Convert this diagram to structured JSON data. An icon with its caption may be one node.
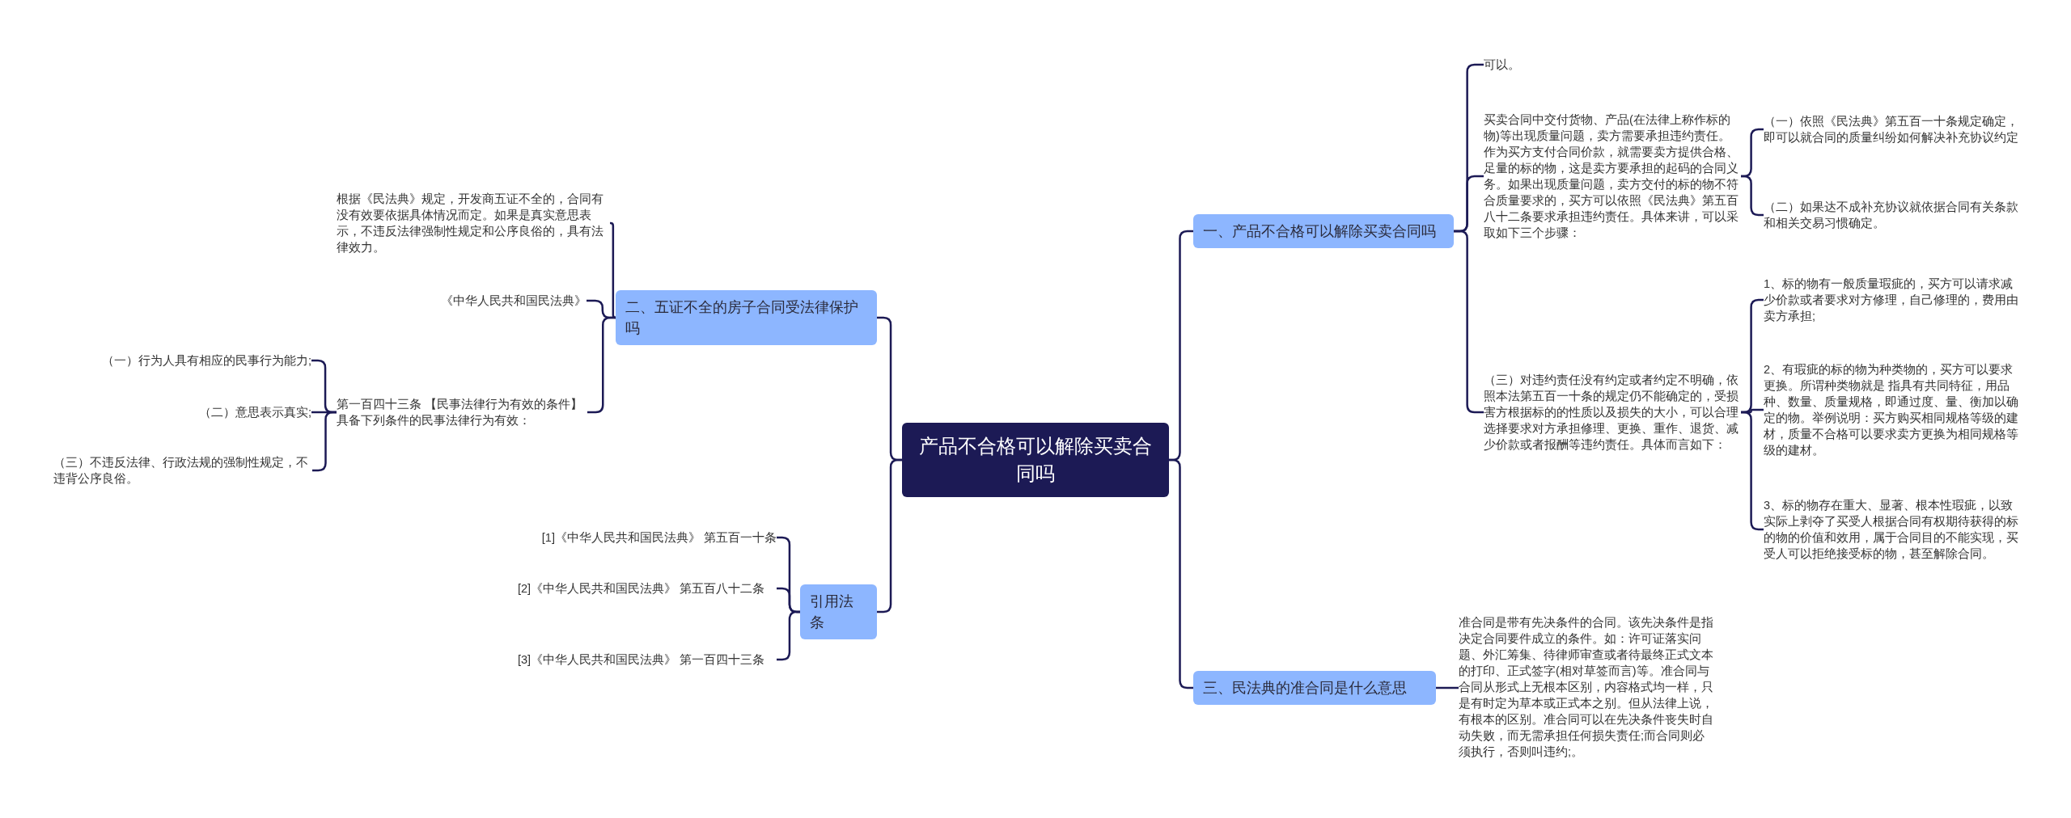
{
  "diagram": {
    "nodes": [
      {
        "text": [
          "产品不合格可以解除买卖合同吗"
        ]
      },
      {
        "text": [
          "一、产品不合格可以解除买卖合同吗"
        ]
      },
      {
        "text": [
          "可以。"
        ]
      },
      {
        "text": [
          "买卖合同中交付货物、产品(在法律上称作标的物)等出现质量问题，卖方需要承担违约责任。作为买方支付合同价款，就需要卖方提供合格、足量的标的物，这是卖方要承担的起码的合同义务。如果出现质量问题，卖方交付的标的物不符合质量要求的，买方可以依照《民法典》第五百八十二条要求承担违约责任。具体来讲，可以采取如下三个步骤："
        ]
      },
      {
        "text": [
          "（一）依照《民法典》第五百一十条规定确定，即可以就合同的质量纠纷如何解决补充协议约定"
        ]
      },
      {
        "text": [
          "（二）如果达不成补充协议就依据合同有关条款和相关交易习惯确定。"
        ]
      },
      {
        "text": [
          "（三）对违约责任没有约定或者约定不明确，依照本法第五百一十条的规定仍不能确定的，受损害方根据标的的性质以及损失的大小，可以合理选择要求对方承担修理、更换、重作、退货、减少价款或者报酬等违约责任。具体而言如下："
        ]
      },
      {
        "text": [
          "1、标的物有一般质量瑕疵的，买方可以请求减少价款或者要求对方修理，自己修理的，费用由卖方承担;"
        ]
      },
      {
        "text": [
          "2、有瑕疵的标的物为种类物的，买方可以要求更换。所谓种类物就是 指具有共同特征，用品种、数量、质量规格，即通过度、量、衡加以确定的物。举例说明：买方购买相同规格等级的建材，质量不合格可以要求卖方更换为相同规格等级的建材。"
        ]
      },
      {
        "text": [
          "3、标的物存在重大、显著、根本性瑕疵，以致实际上剥夺了买受人根据合同有权期待获得的标的物的价值和效用，属于合同目的不能实现，买受人可以拒绝接受标的物，甚至解除合同。"
        ]
      },
      {
        "text": [
          "三、民法典的准合同是什么意思"
        ]
      },
      {
        "text": [
          "准合同是带有先决条件的合同。该先决条件是指决定合同要件成立的条件。如：许可证落实问题、外汇筹集、待律师审查或者待最终正式文本的打印、正式签字(相对草签而言)等。准合同与合同从形式上无根本区别，内容格式均一样，只是有时定为草本或正式本之别。但从法律上说，有根本的区别。准合同可以在先决条件丧失时自动失败，而无需承担任何损失责任;而合同则必须执行，否则叫违约;。"
        ]
      },
      {
        "text": [
          "二、五证不全的房子合同受法律保护吗"
        ]
      },
      {
        "text": [
          "根据《民法典》规定，开发商五证不全的，合同有没有效要依据具体情况而定。如果是真实意思表示，不违反法律强制性规定和公序良俗的，具有法律效力。"
        ]
      },
      {
        "text": [
          "《中华人民共和国民法典》"
        ]
      },
      {
        "text": [
          "第一百四十三条 【民事法律行为有效的条件】具备下列条件的民事法律行为有效："
        ]
      },
      {
        "text": [
          "（一）行为人具有相应的民事行为能力;"
        ]
      },
      {
        "text": [
          "（二）意思表示真实;"
        ]
      },
      {
        "text": [
          "（三）不违反法律、行政法规的强制性规定，不违背公序良俗。"
        ]
      },
      {
        "text": [
          "引用法条"
        ]
      },
      {
        "text": [
          "[1]《中华人民共和国民法典》 第五百一十条"
        ]
      },
      {
        "text": [
          "[2]《中华人民共和国民法典》 第五百八十二条"
        ]
      },
      {
        "text": [
          "[3]《中华人民共和国民法典》 第一百四十三条"
        ]
      }
    ],
    "edges": [
      {
        "from": 0,
        "to": 1,
        "arrow": "none"
      },
      {
        "from": 0,
        "to": 10,
        "arrow": "none"
      },
      {
        "from": 0,
        "to": 12,
        "arrow": "none"
      },
      {
        "from": 0,
        "to": 19,
        "arrow": "none"
      },
      {
        "from": 1,
        "to": 2,
        "arrow": "none"
      },
      {
        "from": 1,
        "to": 3,
        "arrow": "none"
      },
      {
        "from": 1,
        "to": 6,
        "arrow": "none"
      },
      {
        "from": 3,
        "to": 4,
        "arrow": "none"
      },
      {
        "from": 3,
        "to": 5,
        "arrow": "none"
      },
      {
        "from": 6,
        "to": 7,
        "arrow": "none"
      },
      {
        "from": 6,
        "to": 8,
        "arrow": "none"
      },
      {
        "from": 6,
        "to": 9,
        "arrow": "none"
      },
      {
        "from": 10,
        "to": 11,
        "arrow": "none"
      },
      {
        "from": 12,
        "to": 13,
        "arrow": "none"
      },
      {
        "from": 12,
        "to": 14,
        "arrow": "none"
      },
      {
        "from": 12,
        "to": 15,
        "arrow": "none"
      },
      {
        "from": 15,
        "to": 16,
        "arrow": "none"
      },
      {
        "from": 15,
        "to": 17,
        "arrow": "none"
      },
      {
        "from": 15,
        "to": 18,
        "arrow": "none"
      },
      {
        "from": 19,
        "to": 20,
        "arrow": "none"
      },
      {
        "from": 19,
        "to": 21,
        "arrow": "none"
      },
      {
        "from": 19,
        "to": 22,
        "arrow": "none"
      }
    ]
  }
}
